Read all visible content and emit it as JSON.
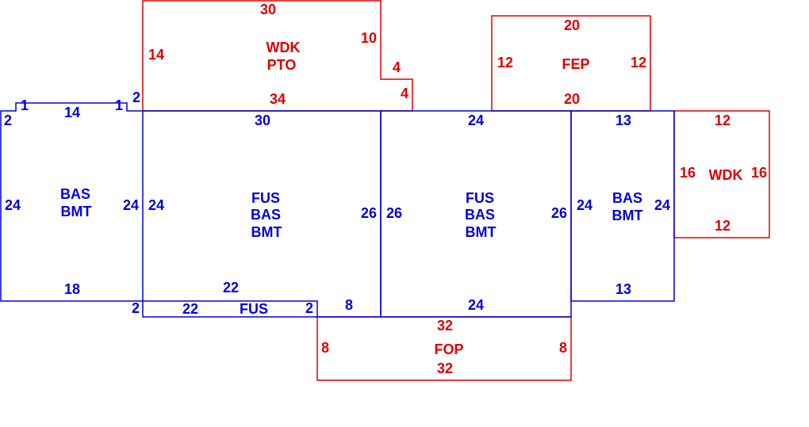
{
  "colors": {
    "living": "#0000dd",
    "exterior": "#dd0000"
  },
  "areas": {
    "wdk_pto": {
      "code1": "WDK",
      "code2": "PTO",
      "dims": [
        "30",
        "14",
        "10",
        "4",
        "4",
        "34"
      ]
    },
    "fep": {
      "code": "FEP",
      "dims": [
        "20",
        "12",
        "12",
        "20"
      ]
    },
    "wdk_right": {
      "code": "WDK",
      "dims": [
        "12",
        "16",
        "16",
        "12"
      ]
    },
    "fop": {
      "code": "FOP",
      "dims": [
        "32",
        "8",
        "8",
        "32"
      ]
    },
    "bas_left": {
      "code1": "BAS",
      "code2": "BMT",
      "dims": [
        "1",
        "14",
        "1",
        "2",
        "2",
        "24",
        "24",
        "18"
      ]
    },
    "fus_left": {
      "code1": "FUS",
      "code2": "BAS",
      "code3": "BMT",
      "dims": [
        "24",
        "30",
        "26",
        "22",
        "2",
        "22",
        "2",
        "8"
      ],
      "strip_code": "FUS"
    },
    "fus_right": {
      "code1": "FUS",
      "code2": "BAS",
      "code3": "BMT",
      "dims": [
        "24",
        "26",
        "26",
        "24"
      ]
    },
    "bas_right": {
      "code1": "BAS",
      "code2": "BMT",
      "dims": [
        "13",
        "24",
        "24",
        "13"
      ]
    }
  }
}
